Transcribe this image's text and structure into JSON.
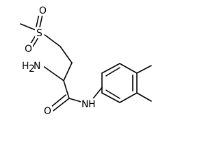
{
  "molecule": {
    "atoms": {
      "S": "S",
      "O_top": "O",
      "O_bottom": "O",
      "N_amine": "H",
      "N_amine_suffix": "N",
      "N_amide": "N",
      "N_amide_H": "H",
      "O_carbonyl": "O",
      "subscript_two": "2"
    }
  },
  "colors": {
    "bond": "#000000",
    "text": "#000000",
    "background": "#ffffff"
  }
}
